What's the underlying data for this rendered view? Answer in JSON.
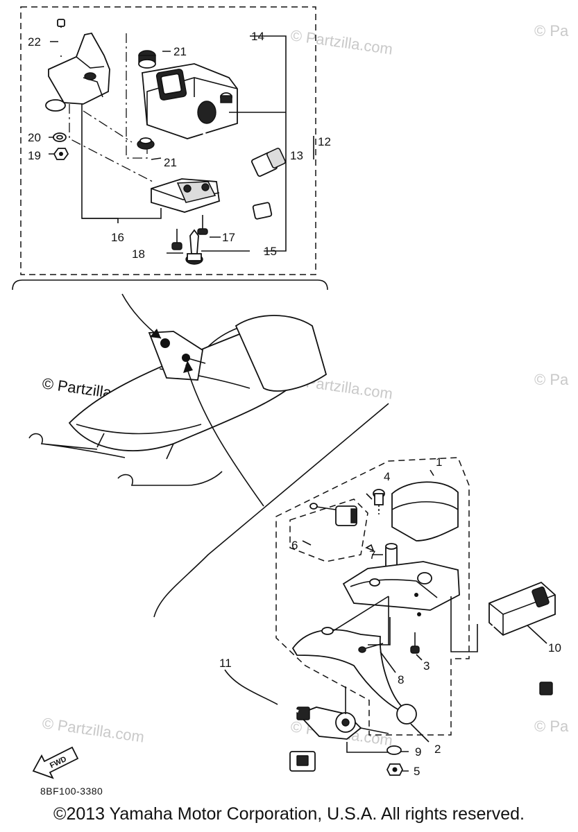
{
  "watermarks": {
    "text": "© Partzilla.com",
    "text_cut": "© Pa",
    "text_sled": "© Partzilla.com"
  },
  "callouts": {
    "c1": "1",
    "c2": "2",
    "c3": "3",
    "c4": "4",
    "c5": "5",
    "c6": "6",
    "c7": "7",
    "c8": "8",
    "c9": "9",
    "c10": "10",
    "c11": "11",
    "c12": "12",
    "c13": "13",
    "c14": "14",
    "c15": "15",
    "c16": "16",
    "c17": "17",
    "c18": "18",
    "c19": "19",
    "c20": "20",
    "c21a": "21",
    "c21b": "21",
    "c22": "22"
  },
  "fwd_label": "FWD",
  "diagram_code": "8BF100-3380",
  "copyright": "©2013 Yamaha Motor Corporation, U.S.A. All rights reserved.",
  "colors": {
    "line": "#111111",
    "watermark": "#c9c9c9",
    "background": "#ffffff"
  }
}
